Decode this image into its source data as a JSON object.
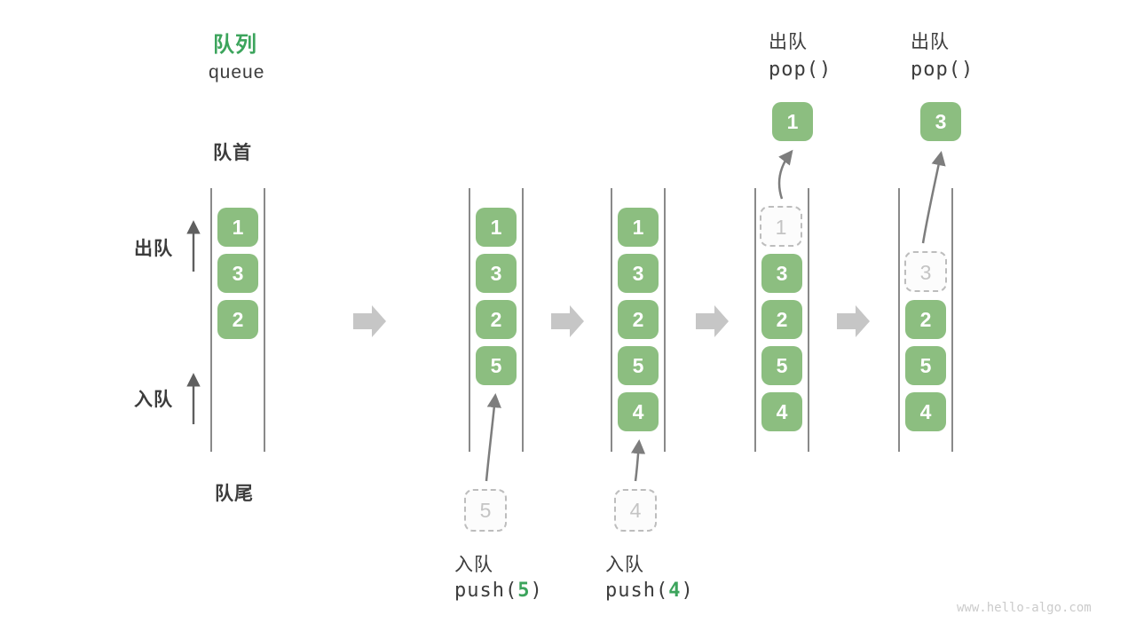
{
  "header": {
    "title_zh": "队列",
    "title_en": "queue"
  },
  "side_labels": {
    "front": "队首",
    "rear": "队尾",
    "dequeue": "出队",
    "enqueue": "入队"
  },
  "watermark": "www.hello-algo.com",
  "colors": {
    "box_green": "#8cbe80",
    "accent_green": "#3ca45c",
    "block_arrow_gray": "#c6c6c6",
    "curve_arrow_gray": "#7d7d7d",
    "container_line_gray": "#4a4a4a",
    "dashed_border_gray": "#bdbdbd",
    "dashed_text_gray": "#c4c4c4",
    "label_dark": "#3c3c3c"
  },
  "states": [
    {
      "name": "initial",
      "boxes": [
        "1",
        "3",
        "2"
      ]
    },
    {
      "name": "after-push-5",
      "boxes": [
        "1",
        "3",
        "2",
        "5"
      ],
      "pending": "5",
      "operation": {
        "label": "入队",
        "fn": "push(",
        "arg": "5",
        "close": ")"
      }
    },
    {
      "name": "after-push-4",
      "boxes": [
        "1",
        "3",
        "2",
        "5",
        "4"
      ],
      "pending": "4",
      "operation": {
        "label": "入队",
        "fn": "push(",
        "arg": "4",
        "close": ")"
      }
    },
    {
      "name": "after-pop-1",
      "ghost": "1",
      "boxes": [
        "3",
        "2",
        "5",
        "4"
      ],
      "popped": "1",
      "operation": {
        "label": "出队",
        "code": "pop()"
      }
    },
    {
      "name": "after-pop-3",
      "ghost": "3",
      "boxes": [
        "2",
        "5",
        "4"
      ],
      "popped": "3",
      "operation": {
        "label": "出队",
        "code": "pop()"
      }
    }
  ]
}
